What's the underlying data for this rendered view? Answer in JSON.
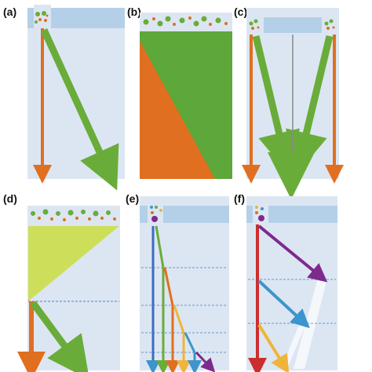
{
  "panels": [
    {
      "label": "(a)"
    },
    {
      "label": "(b)"
    },
    {
      "label": "(c)"
    },
    {
      "label": "(d)"
    },
    {
      "label": "(e)"
    },
    {
      "label": "(f)"
    }
  ],
  "colors": {
    "background": "#dce6f2",
    "band": "#b4d0e8",
    "orange": "#e06f1f",
    "green": "#6aac3a",
    "lime": "#cddf5a",
    "purple": "#7d2a8e",
    "blue": "#3c95cc",
    "yellow": "#f0b43a",
    "red": "#cc2e2e",
    "dashed": "#4a7cc0"
  }
}
